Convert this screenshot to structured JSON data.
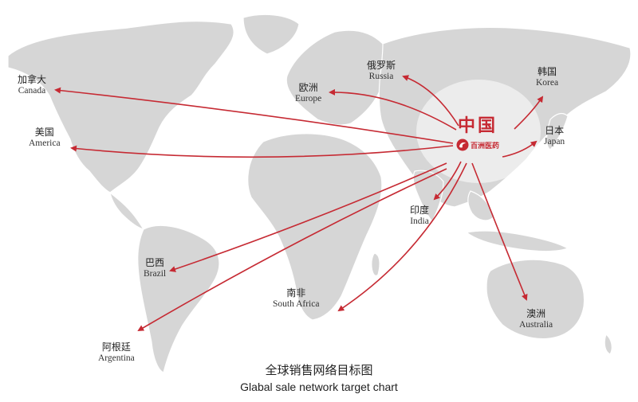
{
  "origin": {
    "name": "中国",
    "logo_text": "百洲医药"
  },
  "destinations": [
    {
      "id": "canada",
      "zh": "加拿大",
      "en": "Canada"
    },
    {
      "id": "america",
      "zh": "美国",
      "en": "America"
    },
    {
      "id": "europe",
      "zh": "欧洲",
      "en": "Europe"
    },
    {
      "id": "russia",
      "zh": "俄罗斯",
      "en": "Russia"
    },
    {
      "id": "korea",
      "zh": "韩国",
      "en": "Korea"
    },
    {
      "id": "japan",
      "zh": "日本",
      "en": "Japan"
    },
    {
      "id": "india",
      "zh": "印度",
      "en": "India"
    },
    {
      "id": "brazil",
      "zh": "巴西",
      "en": "Brazil"
    },
    {
      "id": "south-africa",
      "zh": "南非",
      "en": "South Africa"
    },
    {
      "id": "australia",
      "zh": "澳洲",
      "en": "Australia"
    },
    {
      "id": "argentina",
      "zh": "阿根廷",
      "en": "Argentina"
    }
  ],
  "title": {
    "zh": "全球销售网络目标图",
    "en": "Glabal sale network target chart"
  },
  "colors": {
    "route": "#c62a33",
    "land": "#d6d6d6",
    "origin_label": "#c62a33"
  }
}
